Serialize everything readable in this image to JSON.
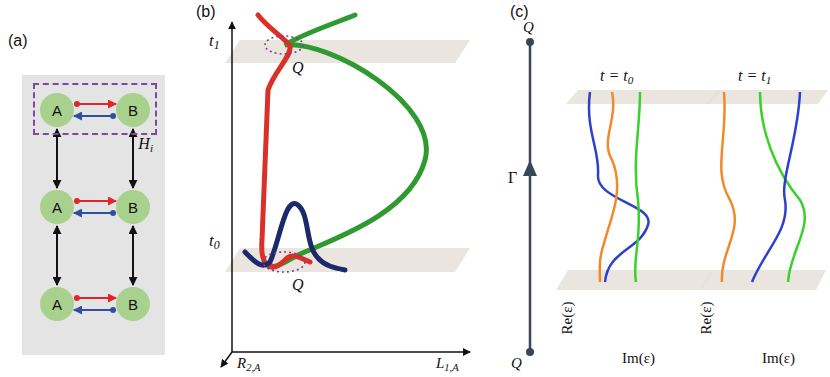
{
  "diagram": {
    "nodes": [
      {
        "text": [
          "Hi"
        ]
      },
      {
        "text": [
          "A"
        ],
        "in": 0
      },
      {
        "text": [
          "B"
        ],
        "in": 0
      },
      {
        "text": [
          "A"
        ]
      },
      {
        "text": [
          "B"
        ]
      },
      {
        "text": [
          "A"
        ]
      },
      {
        "text": [
          "B"
        ]
      }
    ],
    "edges": [
      {
        "from": 1,
        "to": 2,
        "arrow": "to"
      },
      {
        "from": 2,
        "to": 1,
        "arrow": "to"
      },
      {
        "from": 3,
        "to": 4,
        "arrow": "to"
      },
      {
        "from": 4,
        "to": 3,
        "arrow": "to"
      },
      {
        "from": 5,
        "to": 6,
        "arrow": "to"
      },
      {
        "from": 6,
        "to": 5,
        "arrow": "to"
      },
      {
        "from": 1,
        "to": 3,
        "arrow": "both"
      },
      {
        "from": 3,
        "to": 5,
        "arrow": "both"
      },
      {
        "from": 2,
        "to": 4,
        "arrow": "both"
      },
      {
        "from": 4,
        "to": 6,
        "arrow": "both"
      }
    ],
    "labels": [
      "(a)",
      "(b)",
      "(c)",
      "t1",
      "t0",
      "Q",
      "Q",
      "R2,A",
      "L1,A",
      "Q",
      "Q",
      "Γ",
      "t = t0",
      "t = t1",
      "Re(ε)",
      "Im(ε)",
      "Re(ε)",
      "Im(ε)"
    ]
  }
}
